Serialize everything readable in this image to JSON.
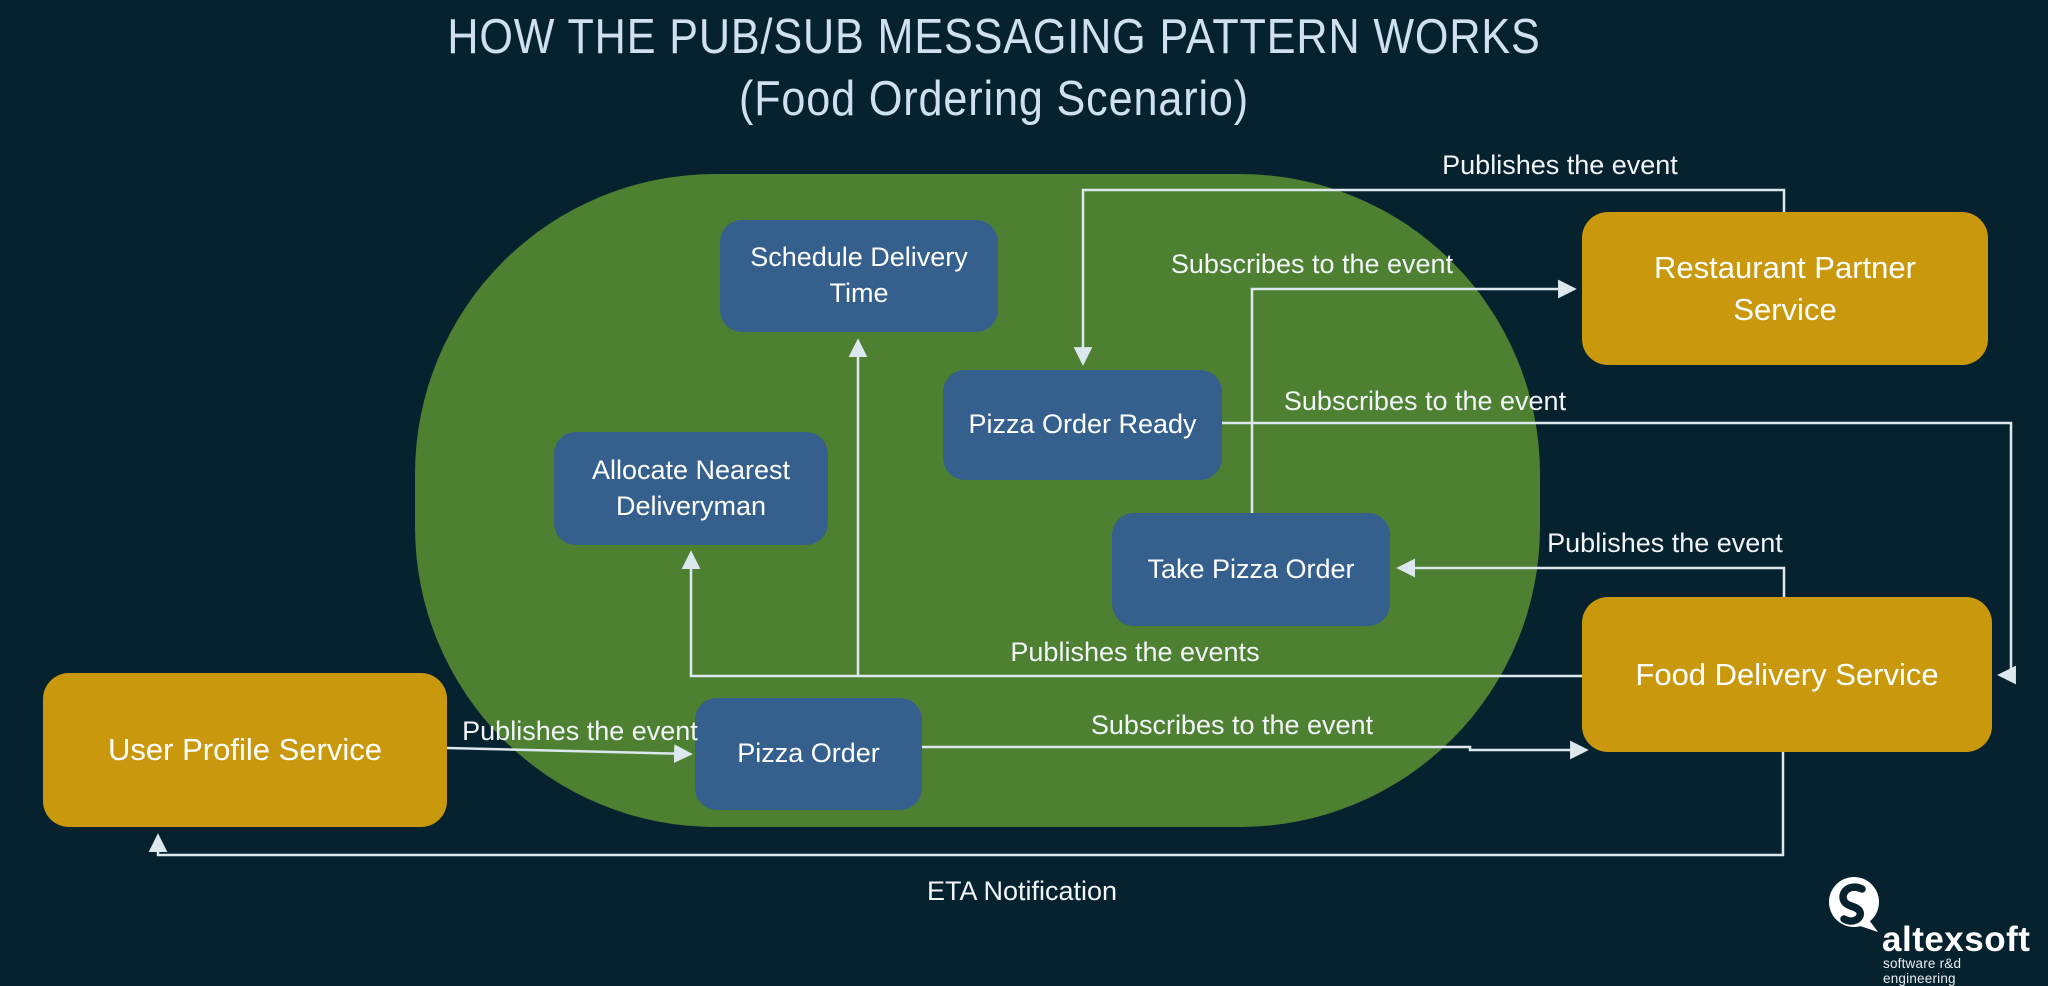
{
  "title": {
    "line1": "HOW THE PUB/SUB MESSAGING PATTERN WORKS",
    "line2": "(Food Ordering Scenario)"
  },
  "colors": {
    "background": "#07222f",
    "broker_region": "#4e8032",
    "topic_box": "#355f8d",
    "service_box": "#c9980c",
    "connector": "#dce7ee",
    "title_text": "#cfe0ee"
  },
  "services": {
    "user_profile": {
      "label": "User Profile Service"
    },
    "restaurant_partner": {
      "label": "Restaurant Partner Service"
    },
    "food_delivery": {
      "label": "Food Delivery Service"
    }
  },
  "topics": {
    "schedule_delivery_time": {
      "label": "Schedule Delivery Time"
    },
    "allocate_nearest_deliveryman": {
      "label": "Allocate Nearest Deliveryman"
    },
    "pizza_order_ready": {
      "label": "Pizza Order Ready"
    },
    "take_pizza_order": {
      "label": "Take Pizza Order"
    },
    "pizza_order": {
      "label": "Pizza Order"
    }
  },
  "edges": {
    "ups_publishes": {
      "label": "Publishes the event",
      "from": "User Profile Service",
      "to": "Pizza Order"
    },
    "rps_publishes": {
      "label": "Publishes the event",
      "from": "Restaurant Partner Service",
      "to": "Pizza Order Ready"
    },
    "rps_subscribes": {
      "label": "Subscribes to the event",
      "from": "Take Pizza Order",
      "to": "Restaurant Partner Service"
    },
    "fds_subscribes_ready": {
      "label": "Subscribes to the event",
      "from": "Pizza Order Ready",
      "to": "Food Delivery Service"
    },
    "fds_publishes_take": {
      "label": "Publishes the event",
      "from": "Food Delivery Service",
      "to": "Take Pizza Order"
    },
    "fds_publishes_events": {
      "label": "Publishes the events",
      "from": "Food Delivery Service",
      "to": "Allocate Nearest Deliveryman, Schedule Delivery Time"
    },
    "fds_subscribes_order": {
      "label": "Subscribes to the event",
      "from": "Pizza Order",
      "to": "Food Delivery Service"
    },
    "eta": {
      "label": "ETA Notification",
      "from": "Food Delivery Service",
      "to": "User Profile Service"
    }
  },
  "logo": {
    "name": "altexsoft",
    "tagline": "software r&d engineering"
  }
}
